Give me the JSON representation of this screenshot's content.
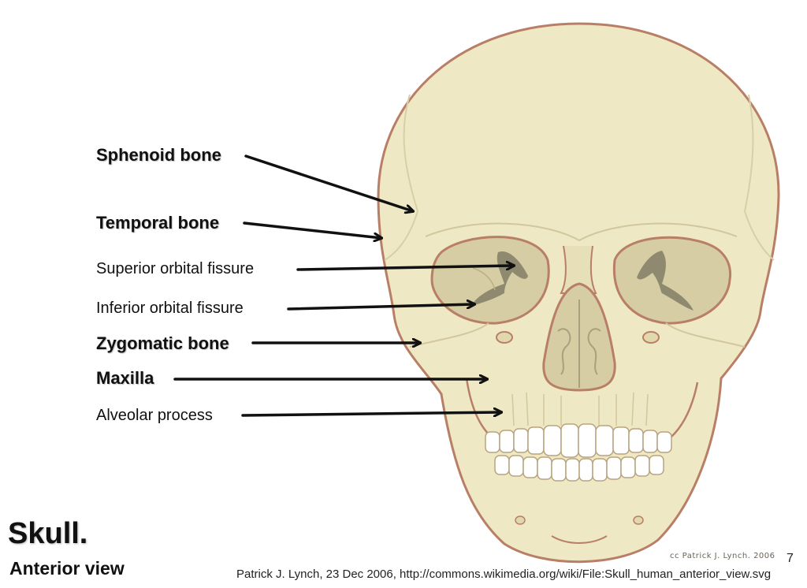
{
  "title": "Skull.",
  "subtitle": "Anterior view",
  "page_number": "7",
  "credit": "Patrick J. Lynch, 23 Dec 2006, http://commons.wikimedia.org/wiki/File:Skull_human_anterior_view.svg",
  "signature": "cc Patrick J. Lynch. 2006",
  "labels": [
    {
      "text": "Sphenoid bone",
      "style": "bold"
    },
    {
      "text": "Temporal bone",
      "style": "bold"
    },
    {
      "text": "Superior orbital fissure",
      "style": "normal"
    },
    {
      "text": "Inferior orbital fissure",
      "style": "normal"
    },
    {
      "text": "Zygomatic bone",
      "style": "bold"
    },
    {
      "text": "Maxilla",
      "style": "bold"
    },
    {
      "text": "Alveolar process",
      "style": "normal"
    }
  ],
  "colors": {
    "bone": "#efe8c4",
    "bone_outline": "#b87f66",
    "orbit_fill": "#d6cda4",
    "fissure": "#8f8a6f",
    "arrow": "#111111"
  }
}
